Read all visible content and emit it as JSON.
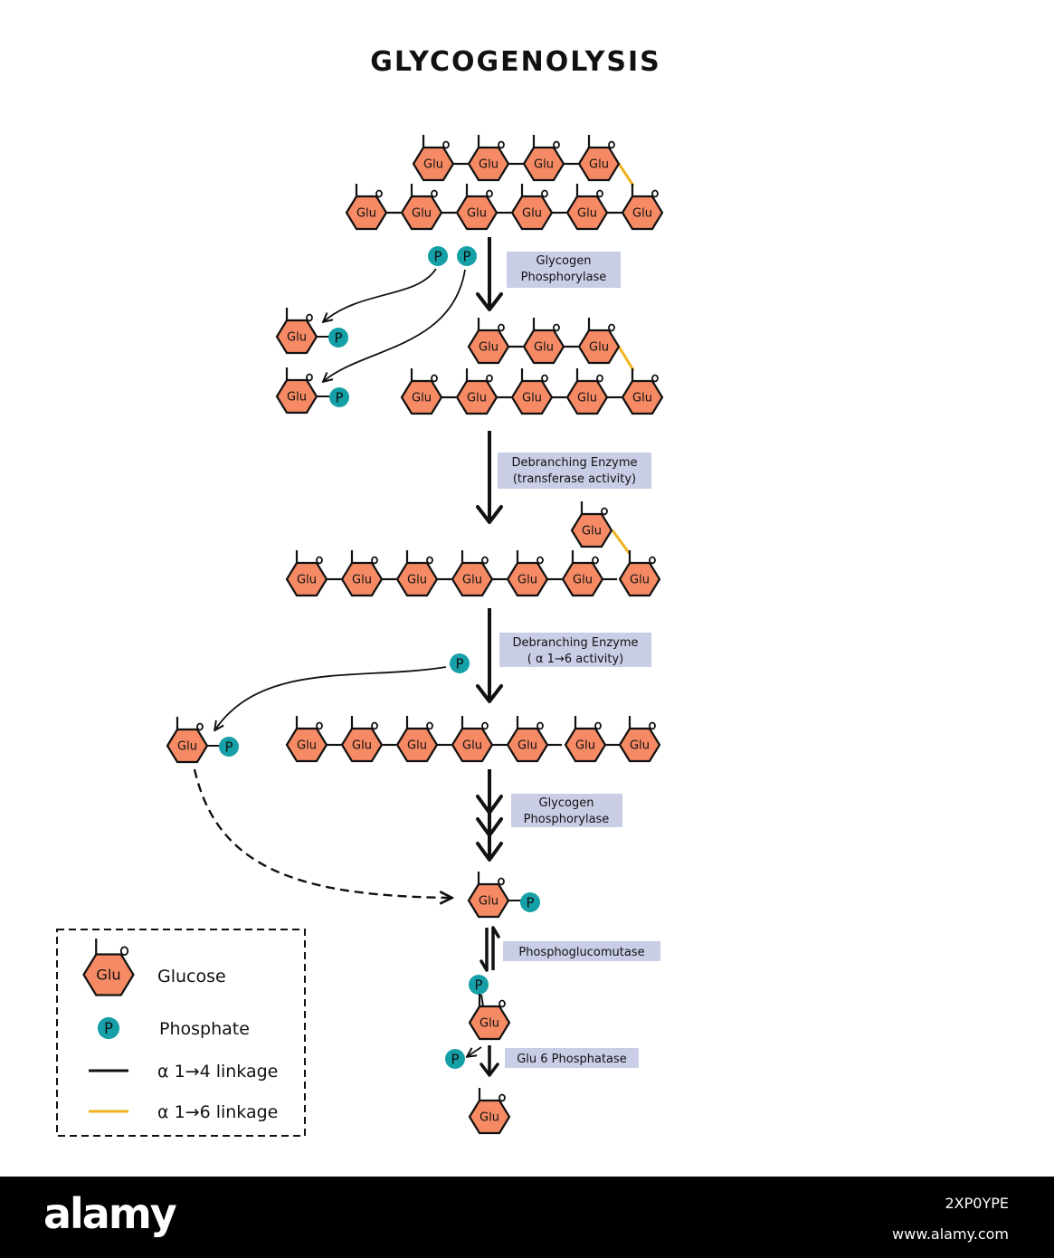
{
  "title": "GLYCOGENOLYSIS",
  "residue_label": "Glu",
  "phosphate_label": "P",
  "colors": {
    "glucose_fill": "#F58A64",
    "glucose_stroke": "#111111",
    "phosphate_fill": "#159FA6",
    "alpha_1_4_link": "#111111",
    "alpha_1_6_link": "#F1B21F",
    "enzyme_label_bg": "#C9CEE6"
  },
  "enzymes": {
    "step1": [
      "Glycogen",
      "Phosphorylase"
    ],
    "step2": [
      "Debranching Enzyme",
      "(transferase activity)"
    ],
    "step3": [
      "Debranching Enzyme",
      "( α 1→6 activity)"
    ],
    "step4": [
      "Glycogen",
      "Phosphorylase"
    ],
    "step5": [
      "Phosphoglucomutase"
    ],
    "step6": [
      "Glu 6 Phosphatase"
    ]
  },
  "legend": {
    "glucose": "Glucose",
    "phosphate": "Phosphate",
    "alpha_1_4": "α 1→4 linkage",
    "alpha_1_6": "α 1→6 linkage"
  },
  "watermark": {
    "logo": "alamy",
    "image_id": "2XP0YPE",
    "site": "www.alamy.com"
  }
}
